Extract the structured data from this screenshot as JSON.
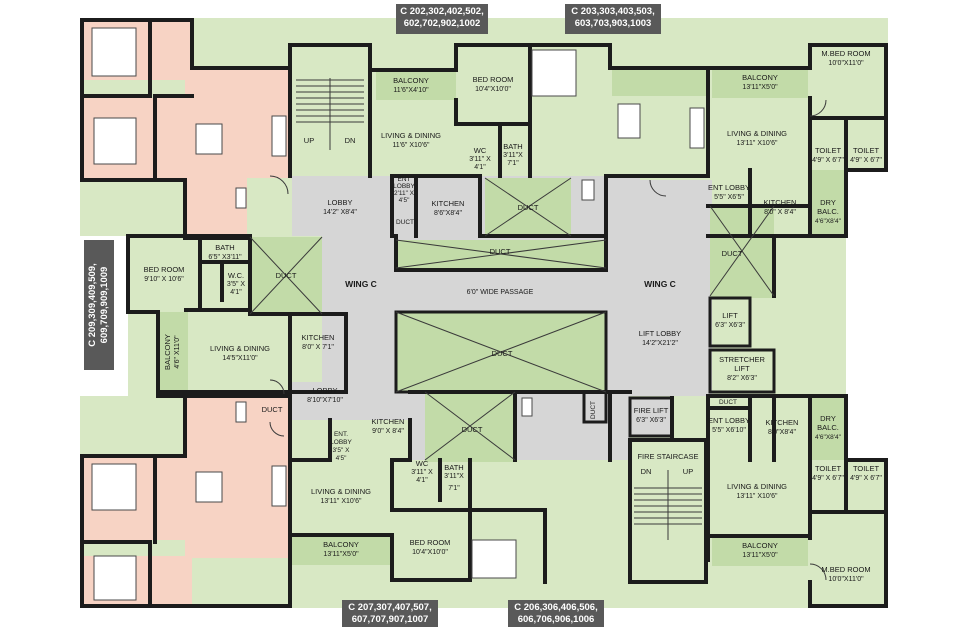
{
  "colors": {
    "background": "#ffffff",
    "room_green": "#d8e8c4",
    "lobby_grey": "#d6d6d6",
    "shaft_green": "#c2dba8",
    "peach_room": "#f7d3c4",
    "wall": "#1c1c1c",
    "tag_grey": "#595959"
  },
  "unit_tags": {
    "top_left": {
      "line1": "C 202,302,402,502,",
      "line2": "602,702,902,1002"
    },
    "top_right": {
      "line1": "C 203,303,403,503,",
      "line2": "603,703,903,1003"
    },
    "left": {
      "line1": "C 209,309,409,509,",
      "line2": "609,709,909,1009"
    },
    "bottom_left": {
      "line1": "C 207,307,407,507,",
      "line2": "607,707,907,1007"
    },
    "bottom_right": {
      "line1": "C 206,306,406,506,",
      "line2": "606,706,906,1006"
    }
  },
  "labels": {
    "balcony_t1": {
      "name": "BALCONY",
      "dim": "11'6\"X4'10\""
    },
    "bedroom_t1": {
      "name": "BED ROOM",
      "dim": "10'4\"X10'0\""
    },
    "living_t1": {
      "name": "LIVING & DINING",
      "dim": "11'6\" X10'6\""
    },
    "wc_t1": {
      "name": "WC",
      "dim1": "3'11\" X",
      "dim2": "4'1\""
    },
    "bath_t1": {
      "name": "BATH",
      "dim1": "3'11\"X",
      "dim2": "7'1\""
    },
    "entlobby_t1": {
      "name1": "ENT",
      "name2": "LOBBY",
      "dim1": "2'11\" X",
      "dim2": "4'5\""
    },
    "kitchen_t1": {
      "name": "KITCHEN",
      "dim": "8'6\"X8'4\""
    },
    "duct_t1": "DUCT",
    "duct_t2": "DUCT",
    "duct_t3": "DUCT",
    "lobby_t1": {
      "name": "LOBBY",
      "dim": "14'2\" X8'4\""
    },
    "up_t": "UP",
    "dn_t": "DN",
    "balcony_tr": {
      "name": "BALCONY",
      "dim": "13'11\"X5'0\""
    },
    "mbed_tr": {
      "name": "M.BED ROOM",
      "dim": "10'0\"X11'0\""
    },
    "living_tr": {
      "name": "LIVING & DINING",
      "dim": "13'11\" X10'6\""
    },
    "toilet_tr1": {
      "name": "TOILET",
      "dim": "4'9\" X 6'7\""
    },
    "toilet_tr2": {
      "name": "TOILET",
      "dim": "4'9\" X 6'7\""
    },
    "entlobby_tr": {
      "name": "ENT LOBBY",
      "dim": "5'5\" X6'5\""
    },
    "kitchen_tr": {
      "name": "KITCHEN",
      "dim": "8'0\" X 8'4\""
    },
    "drybalc_tr": {
      "name1": "DRY",
      "name2": "BALC.",
      "dim": "4'6\"X8'4\""
    },
    "duct_r": "DUCT",
    "lift_r": {
      "name": "LIFT",
      "dim": "6'3\" X6'3\""
    },
    "stretcher_r": {
      "name1": "STRETCHER",
      "name2": "LIFT",
      "dim": "8'2\" X6'3\""
    },
    "liftlobby": {
      "name": "LIFT LOBBY",
      "dim": "14'2\"X21'2\""
    },
    "wingc_l": "WING C",
    "wingc_r": "WING C",
    "passage": "6'0\" WIDE PASSAGE",
    "duct_center": "DUCT",
    "bed_l": {
      "name": "BED ROOM",
      "dim": "9'10\" X 10'6\""
    },
    "bath_l": {
      "name": "BATH",
      "dim": "6'5\" X3'11\""
    },
    "wc_l": {
      "name": "W.C.",
      "dim1": "3'5\" X",
      "dim2": "4'1\""
    },
    "duct_l1": "DUCT",
    "living_l": {
      "name": "LIVING & DINING",
      "dim": "14'5\"X11'0\""
    },
    "kitchen_l": {
      "name": "KITCHEN",
      "dim": "8'0\" X 7'1\""
    },
    "balcony_l": {
      "name": "BALCONY",
      "dim": "4'6\" X11'0\""
    },
    "lobby_l": {
      "name": "LOBBY",
      "dim": "8'10\"X7'10\""
    },
    "duct_l2": "DUCT",
    "kitchen_b1": {
      "name": "KITCHEN",
      "dim": "9'0\" X 8'4\""
    },
    "entlobby_b1": {
      "name1": "ENT.",
      "name2": "LOBBY",
      "dim1": "3'5\" X",
      "dim2": "4'5\""
    },
    "duct_b1": "DUCT",
    "duct_b2": "DUCT",
    "wc_b1": {
      "name": "WC",
      "dim1": "3'11\" X",
      "dim2": "4'1\""
    },
    "bath_b1": {
      "name": "BATH",
      "dim1": "3'11\"X",
      "dim2": "7'1\""
    },
    "living_b1": {
      "name": "LIVING & DINING",
      "dim": "13'11\" X10'6\""
    },
    "bedroom_b1": {
      "name": "BED ROOM",
      "dim": "10'4\"X10'0\""
    },
    "balcony_b1": {
      "name": "BALCONY",
      "dim": "13'11\"X5'0\""
    },
    "firelift": {
      "name": "FIRE LIFT",
      "dim": "6'3\" X6'3\""
    },
    "firestair": {
      "name": "FIRE STAIRCASE"
    },
    "dn_b": "DN",
    "up_b": "UP",
    "duct_br": "DUCT",
    "entlobby_br": {
      "name": "ENT LOBBY",
      "dim": "5'5\" X6'10\""
    },
    "kitchen_br": {
      "name": "KITCHEN",
      "dim": "8'0\"X8'4\""
    },
    "drybalc_br": {
      "name1": "DRY",
      "name2": "BALC.",
      "dim": "4'6\"X8'4\""
    },
    "toilet_br1": {
      "name": "TOILET",
      "dim": "4'9\" X 6'7\""
    },
    "toilet_br2": {
      "name": "TOILET",
      "dim": "4'9\" X 6'7\""
    },
    "living_br": {
      "name": "LIVING & DINING",
      "dim": "13'11\" X10'6\""
    },
    "balcony_br": {
      "name": "BALCONY",
      "dim": "13'11\"X5'0\""
    },
    "mbed_br": {
      "name": "M.BED ROOM",
      "dim": "10'0\"X11'0\""
    }
  }
}
